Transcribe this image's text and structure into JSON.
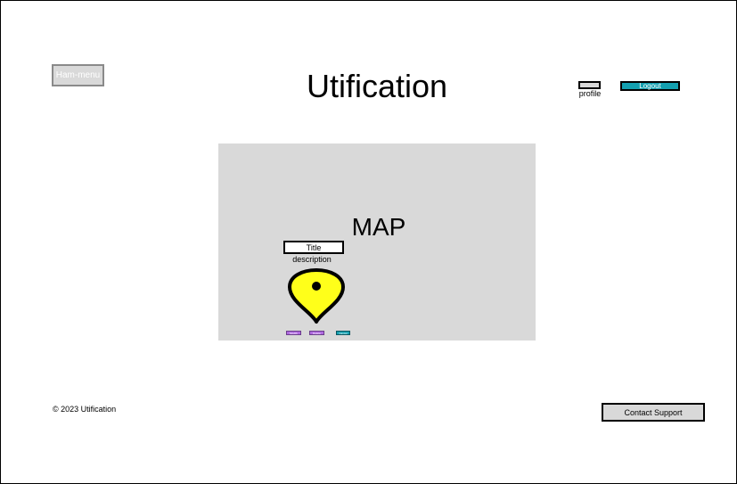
{
  "header": {
    "menu_label": "Ham-menu",
    "app_title": "Utification",
    "profile_label": "profile",
    "logout_label": "Logout"
  },
  "map": {
    "label": "MAP",
    "pin": {
      "title": "Title",
      "description": "description",
      "icon": "map-pin-icon",
      "actions": [
        {
          "label": "Modify"
        },
        {
          "label": "Delete"
        },
        {
          "label": "Cancel"
        }
      ]
    }
  },
  "footer": {
    "copyright": "© 2023 Utification",
    "contact_label": "Contact Support"
  },
  "colors": {
    "accent": "#14a0b0",
    "pin_fill": "#ffff1a",
    "panel_gray": "#d9d9d9",
    "action_purple": "#b06ae0"
  }
}
